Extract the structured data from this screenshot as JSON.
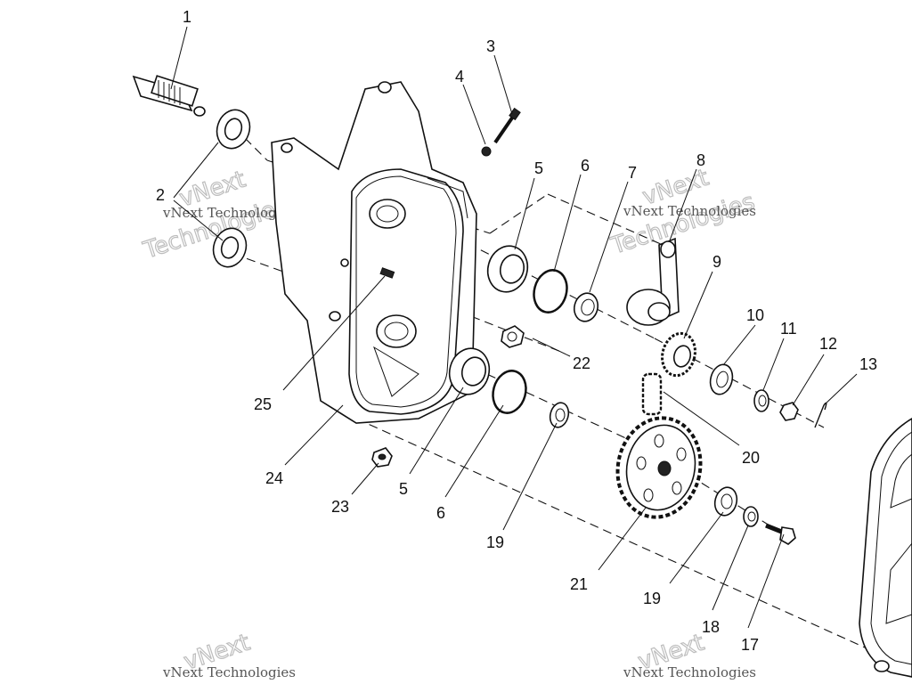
{
  "diagram": {
    "watermarks": {
      "small": "vNext Technologies",
      "big_line1": "vNext",
      "big_line2": "Technologies"
    },
    "callouts": [
      {
        "id": "1",
        "text": "1"
      },
      {
        "id": "2",
        "text": "2"
      },
      {
        "id": "3",
        "text": "3"
      },
      {
        "id": "4",
        "text": "4"
      },
      {
        "id": "5a",
        "text": "5"
      },
      {
        "id": "6a",
        "text": "6"
      },
      {
        "id": "7",
        "text": "7"
      },
      {
        "id": "8",
        "text": "8"
      },
      {
        "id": "9",
        "text": "9"
      },
      {
        "id": "10",
        "text": "10"
      },
      {
        "id": "11",
        "text": "11"
      },
      {
        "id": "12",
        "text": "12"
      },
      {
        "id": "13",
        "text": "13"
      },
      {
        "id": "22",
        "text": "22"
      },
      {
        "id": "25",
        "text": "25"
      },
      {
        "id": "20",
        "text": "20"
      },
      {
        "id": "24",
        "text": "24"
      },
      {
        "id": "5b",
        "text": "5"
      },
      {
        "id": "23",
        "text": "23"
      },
      {
        "id": "6b",
        "text": "6"
      },
      {
        "id": "19a",
        "text": "19"
      },
      {
        "id": "21",
        "text": "21"
      },
      {
        "id": "19b",
        "text": "19"
      },
      {
        "id": "18",
        "text": "18"
      },
      {
        "id": "17",
        "text": "17"
      }
    ]
  }
}
